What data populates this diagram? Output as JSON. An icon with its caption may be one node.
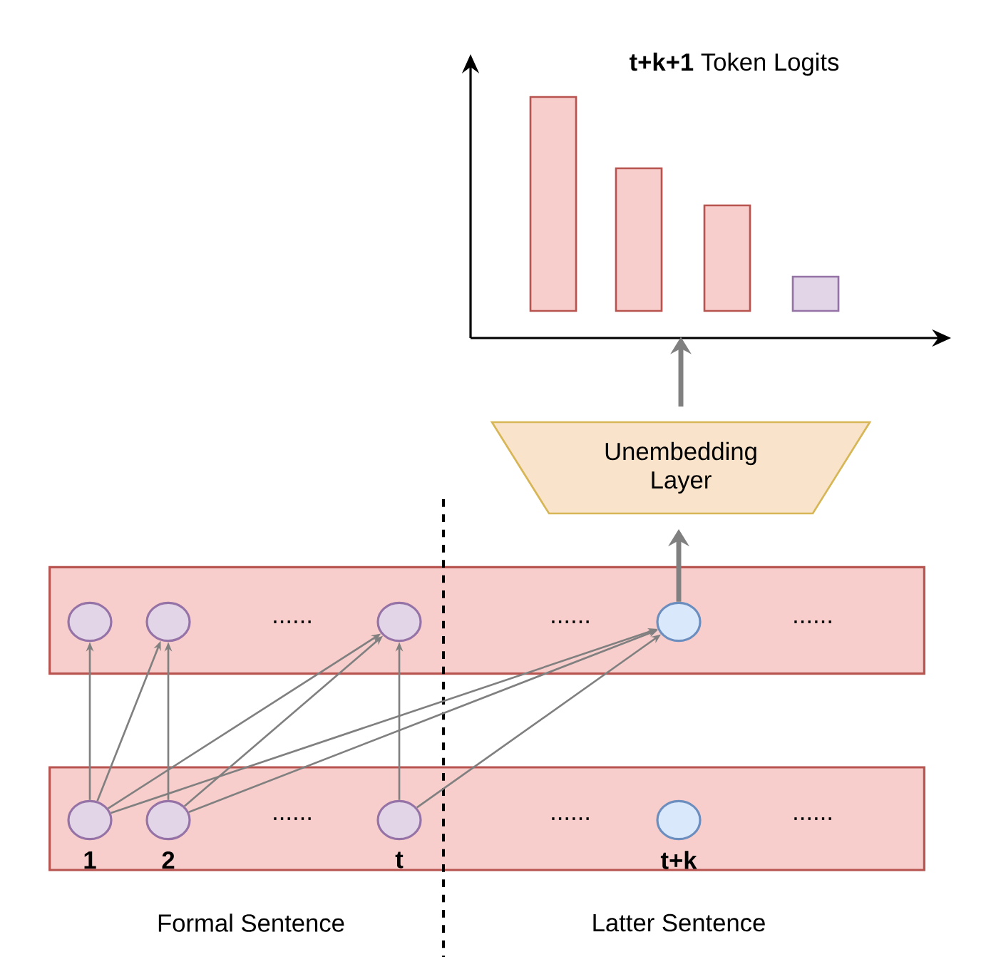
{
  "diagram": {
    "nodes": [
      {
        "text": [
          "**t+k+1** Token Logits"
        ]
      },
      {
        "text": [
          "Unembedding Layer"
        ]
      },
      {
        "text": [],
        "shape": "box"
      },
      {
        "text": [],
        "shape": "circle",
        "in": 2
      },
      {
        "text": [],
        "shape": "circle",
        "in": 2
      },
      {
        "text": [],
        "shape": "circle",
        "in": 2
      },
      {
        "text": [],
        "shape": "circle",
        "in": 2
      },
      {
        "text": [],
        "shape": "box"
      },
      {
        "text": [],
        "shape": "circle",
        "in": 7,
        "beside": [
          "1"
        ]
      },
      {
        "text": [],
        "shape": "circle",
        "in": 7,
        "beside": [
          "2"
        ]
      },
      {
        "text": [],
        "shape": "circle",
        "in": 7,
        "beside": [
          "t"
        ]
      },
      {
        "text": [],
        "shape": "circle",
        "in": 7,
        "beside": [
          "t+k"
        ]
      }
    ],
    "edges": [
      {
        "from": 8,
        "to": 3,
        "arrow": "to"
      },
      {
        "from": 8,
        "to": 4,
        "arrow": "to"
      },
      {
        "from": 8,
        "to": 5,
        "arrow": "to"
      },
      {
        "from": 8,
        "to": 6,
        "arrow": "to"
      },
      {
        "from": 9,
        "to": 4,
        "arrow": "to"
      },
      {
        "from": 9,
        "to": 5,
        "arrow": "to"
      },
      {
        "from": 9,
        "to": 6,
        "arrow": "to"
      },
      {
        "from": 10,
        "to": 5,
        "arrow": "to"
      },
      {
        "from": 10,
        "to": 6,
        "arrow": "to"
      },
      {
        "from": 6,
        "to": 1,
        "arrow": "to",
        "style": "thick"
      },
      {
        "from": 1,
        "to": 0,
        "arrow": "to",
        "style": "thick"
      }
    ],
    "labels": [
      "......",
      "......",
      "......",
      "......",
      "......",
      "......",
      "Formal Sentence",
      "Latter Sentence"
    ]
  }
}
